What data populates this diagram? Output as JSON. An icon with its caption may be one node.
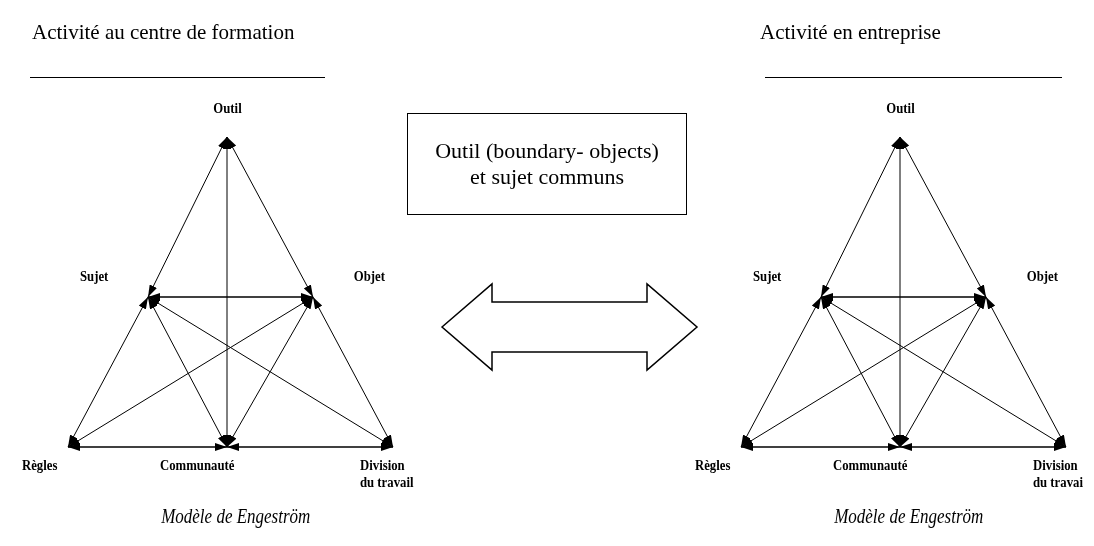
{
  "diagram": {
    "nodes": [
      {
        "text": [
          "Activité au centre de formation"
        ],
        "beside": [
          "Modèle de Engeström"
        ]
      },
      {
        "text": [
          "Outil"
        ],
        "in": 0
      },
      {
        "text": [
          "Sujet"
        ],
        "in": 0
      },
      {
        "text": [
          "Objet"
        ],
        "in": 0
      },
      {
        "text": [
          "Règles"
        ],
        "in": 0
      },
      {
        "text": [
          "Communauté"
        ],
        "in": 0
      },
      {
        "text": [
          "Division du travail"
        ],
        "in": 0
      },
      {
        "text": [
          "Outil (boundary- objects) et sujet communs"
        ]
      },
      {
        "text": [
          "Activité en entreprise"
        ],
        "beside": [
          "Modèle de Engeström"
        ]
      },
      {
        "text": [
          "Outil"
        ],
        "in": 8
      },
      {
        "text": [
          "Sujet"
        ],
        "in": 8
      },
      {
        "text": [
          "Objet"
        ],
        "in": 8
      },
      {
        "text": [
          "Règles"
        ],
        "in": 8
      },
      {
        "text": [
          "Communauté"
        ],
        "in": 8
      },
      {
        "text": [
          "Division du travai"
        ],
        "in": 8
      }
    ],
    "edges": [
      {
        "from": 1,
        "to": 2,
        "arrow": "both"
      },
      {
        "from": 1,
        "to": 3,
        "arrow": "both"
      },
      {
        "from": 1,
        "to": 5,
        "arrow": "both"
      },
      {
        "from": 2,
        "to": 3,
        "arrow": "both"
      },
      {
        "from": 2,
        "to": 4,
        "arrow": "both"
      },
      {
        "from": 2,
        "to": 5,
        "arrow": "both"
      },
      {
        "from": 2,
        "to": 6,
        "arrow": "both"
      },
      {
        "from": 3,
        "to": 4,
        "arrow": "both"
      },
      {
        "from": 3,
        "to": 5,
        "arrow": "both"
      },
      {
        "from": 3,
        "to": 6,
        "arrow": "both"
      },
      {
        "from": 4,
        "to": 5,
        "arrow": "both"
      },
      {
        "from": 5,
        "to": 6,
        "arrow": "both"
      },
      {
        "from": 9,
        "to": 10,
        "arrow": "both"
      },
      {
        "from": 9,
        "to": 11,
        "arrow": "both"
      },
      {
        "from": 9,
        "to": 13,
        "arrow": "both"
      },
      {
        "from": 10,
        "to": 11,
        "arrow": "both"
      },
      {
        "from": 10,
        "to": 12,
        "arrow": "both"
      },
      {
        "from": 10,
        "to": 13,
        "arrow": "both"
      },
      {
        "from": 10,
        "to": 14,
        "arrow": "both"
      },
      {
        "from": 11,
        "to": 12,
        "arrow": "both"
      },
      {
        "from": 11,
        "to": 13,
        "arrow": "both"
      },
      {
        "from": 11,
        "to": 14,
        "arrow": "both"
      },
      {
        "from": 12,
        "to": 13,
        "arrow": "both"
      },
      {
        "from": 13,
        "to": 14,
        "arrow": "both"
      },
      {
        "from": 0,
        "to": 8,
        "arrow": "both",
        "style": "thick"
      }
    ]
  }
}
